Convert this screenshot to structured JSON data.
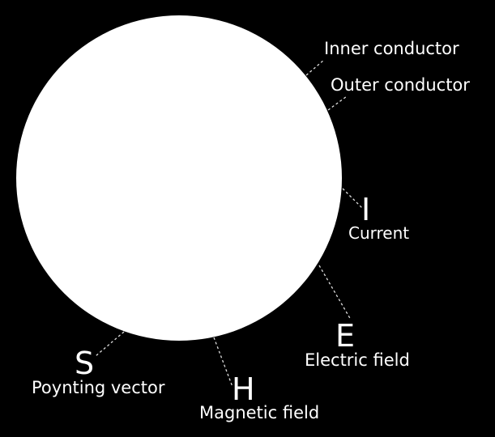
{
  "colors": {
    "background": "#000000",
    "foreground": "#ffffff",
    "leader": "#dddddd"
  },
  "labels": {
    "inner_conductor": "Inner conductor",
    "outer_conductor": "Outer conductor",
    "current_symbol": "I",
    "current_name": "Current",
    "electric_symbol": "E",
    "electric_name": "Electric field",
    "magnetic_symbol": "H",
    "magnetic_name": "Magnetic field",
    "poynting_symbol": "S",
    "poynting_name": "Poynting vector"
  }
}
